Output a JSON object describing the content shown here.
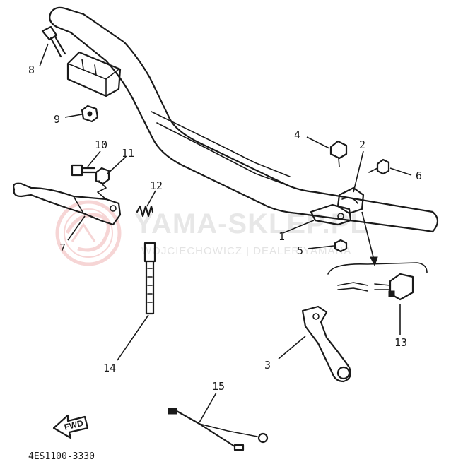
{
  "watermark": {
    "brand": "YAMA-SKLEP.PL",
    "tagline": "WOJCIECHOWICZ | DEALER YAMAHA",
    "logo_color": "#e88a8a"
  },
  "diagram_code": "4ES1100-3330",
  "fwd_label": "FWD",
  "callouts": [
    {
      "id": "1",
      "label": "1"
    },
    {
      "id": "2",
      "label": "2"
    },
    {
      "id": "3",
      "label": "3"
    },
    {
      "id": "4",
      "label": "4"
    },
    {
      "id": "5",
      "label": "5"
    },
    {
      "id": "6",
      "label": "6"
    },
    {
      "id": "7",
      "label": "7"
    },
    {
      "id": "8",
      "label": "8"
    },
    {
      "id": "9",
      "label": "9"
    },
    {
      "id": "10",
      "label": "10"
    },
    {
      "id": "11",
      "label": "11"
    },
    {
      "id": "12",
      "label": "12"
    },
    {
      "id": "13",
      "label": "13"
    },
    {
      "id": "14",
      "label": "14"
    },
    {
      "id": "15",
      "label": "15"
    }
  ]
}
